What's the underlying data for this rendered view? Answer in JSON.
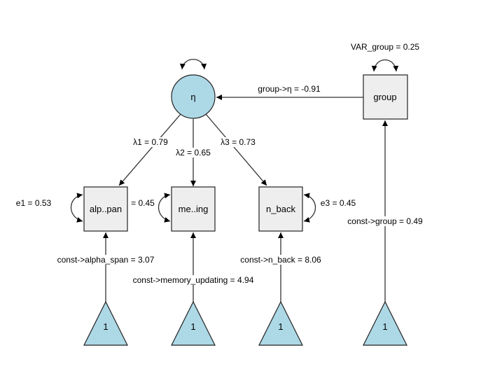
{
  "colors": {
    "latent_fill": "#add8e6",
    "observed_fill": "#eeeeee",
    "constant_fill": "#add8e6",
    "edge": "#333333"
  },
  "nodes": {
    "eta": "η",
    "alpha_span": "alp..pan",
    "memory_updating": "me..ing",
    "n_back": "n_back",
    "group": "group",
    "const1": "1",
    "const2": "1",
    "const3": "1",
    "const4": "1"
  },
  "edges": {
    "group_eta": "group->η = -0.91",
    "var_group": "VAR_group = 0.25",
    "lambda1": "λ1 = 0.79",
    "lambda2": "λ2 = 0.65",
    "lambda3": "λ3 = 0.73",
    "e1": "e1 = 0.53",
    "e2": "= 0.45",
    "e3": "e3 = 0.45",
    "const_alpha": "const->alpha_span = 3.07",
    "const_memory": "const->memory_updating = 4.94",
    "const_nback": "const->n_back = 8.06",
    "const_group": "const->group = 0.49"
  }
}
